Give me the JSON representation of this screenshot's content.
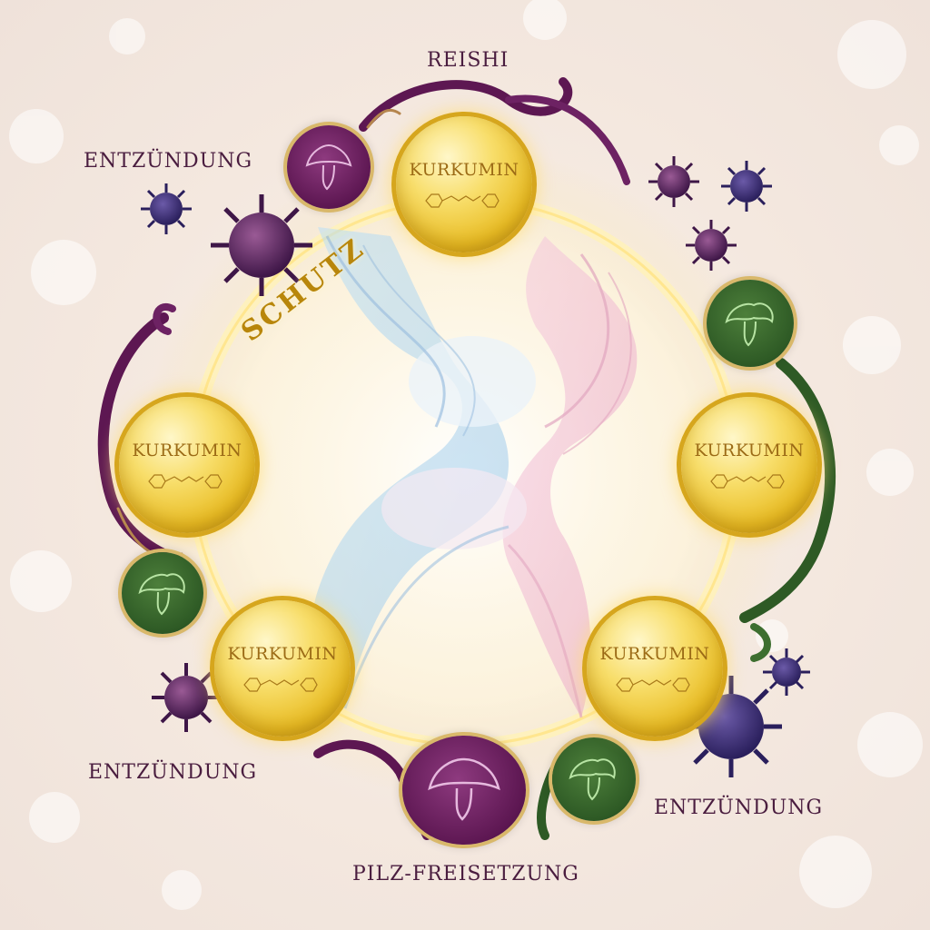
{
  "labels": {
    "reishi": "REISHI",
    "entzuendung_top_left": "ENTZÜNDUNG",
    "entzuendung_bottom_left": "ENTZÜNDUNG",
    "entzuendung_bottom_right": "ENTZÜNDUNG",
    "pilz_freisetzung": "PILZ-FREISETZUNG",
    "schutz": "SCHUTZ"
  },
  "capsules": [
    {
      "label": "KURKUMIN"
    },
    {
      "label": "KURKUMIN"
    },
    {
      "label": "KURKUMIN"
    },
    {
      "label": "KURKUMIN"
    },
    {
      "label": "KURKUMIN"
    }
  ],
  "colors": {
    "gold": "#e9bd25",
    "purple": "#5d1752",
    "green": "#2e5a25",
    "text": "#4a1d3f",
    "schutz": "#b8860b"
  },
  "icons": {
    "reishi": "reishi-mushroom-icon",
    "oyster": "oyster-mushroom-icon",
    "virus": "virus-icon"
  }
}
